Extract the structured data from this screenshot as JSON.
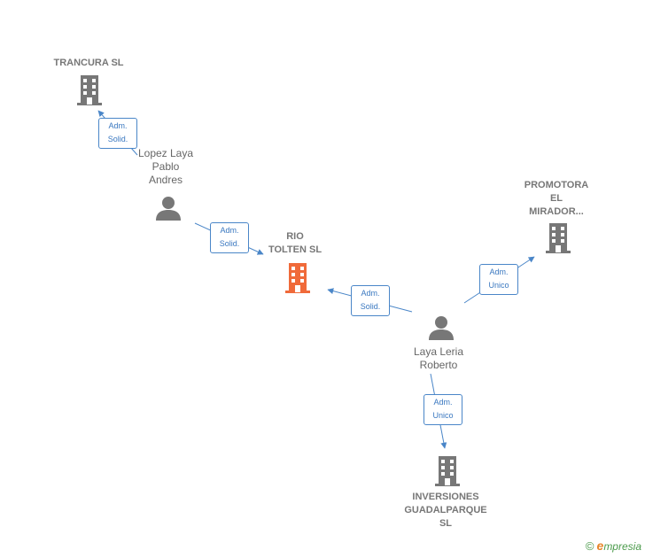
{
  "colors": {
    "edge": "#4a86c8",
    "building": "#777777",
    "building_focus": "#f06a3a",
    "person": "#777777"
  },
  "nodes": {
    "trancura": {
      "label": "TRANCURA  SL",
      "icon": "building-icon"
    },
    "lopez": {
      "label": "Lopez Laya\nPablo\nAndres",
      "icon": "person-icon"
    },
    "rio_tolten": {
      "label": "RIO\nTOLTEN  SL",
      "icon": "building-icon"
    },
    "promotora": {
      "label": "PROMOTORA\nEL\nMIRADOR...",
      "icon": "building-icon"
    },
    "laya_leria": {
      "label": "Laya Leria\nRoberto",
      "icon": "person-icon"
    },
    "inversiones": {
      "label": "INVERSIONES\nGUADALPARQUE\nSL",
      "icon": "building-icon"
    }
  },
  "edges": {
    "lopez_trancura": "Adm.\nSolid.",
    "lopez_rio": "Adm.\nSolid.",
    "laya_rio": "Adm.\nSolid.",
    "laya_promotora": "Adm.\nUnico",
    "laya_inversiones": "Adm.\nUnico"
  },
  "brand": {
    "copyright": "©",
    "e": "e",
    "rest": "mpresia"
  }
}
